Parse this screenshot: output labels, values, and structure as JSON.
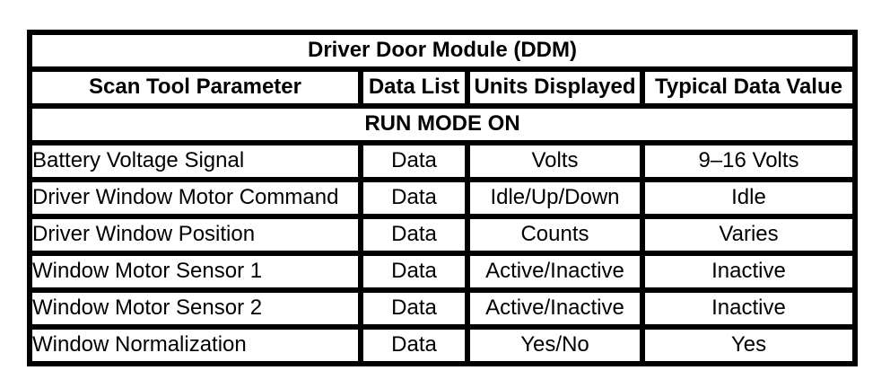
{
  "page": {
    "background": "#ffffff"
  },
  "table": {
    "title": "Driver Door Module (DDM)",
    "columns": [
      "Scan Tool Parameter",
      "Data List",
      "Units Displayed",
      "Typical Data Value"
    ],
    "section_header": "RUN MODE ON",
    "rows": [
      [
        "Battery Voltage Signal",
        "Data",
        "Volts",
        "9–16 Volts"
      ],
      [
        "Driver Window Motor Command",
        "Data",
        "Idle/Up/Down",
        "Idle"
      ],
      [
        "Driver Window Position",
        "Data",
        "Counts",
        "Varies"
      ],
      [
        "Window Motor Sensor 1",
        "Data",
        "Active/Inactive",
        "Inactive"
      ],
      [
        "Window Motor Sensor 2",
        "Data",
        "Active/Inactive",
        "Inactive"
      ],
      [
        "Window Normalization",
        "Data",
        "Yes/No",
        "Yes"
      ]
    ],
    "colors": {
      "border": "#000000",
      "text": "#000000",
      "background": "#ffffff"
    }
  }
}
